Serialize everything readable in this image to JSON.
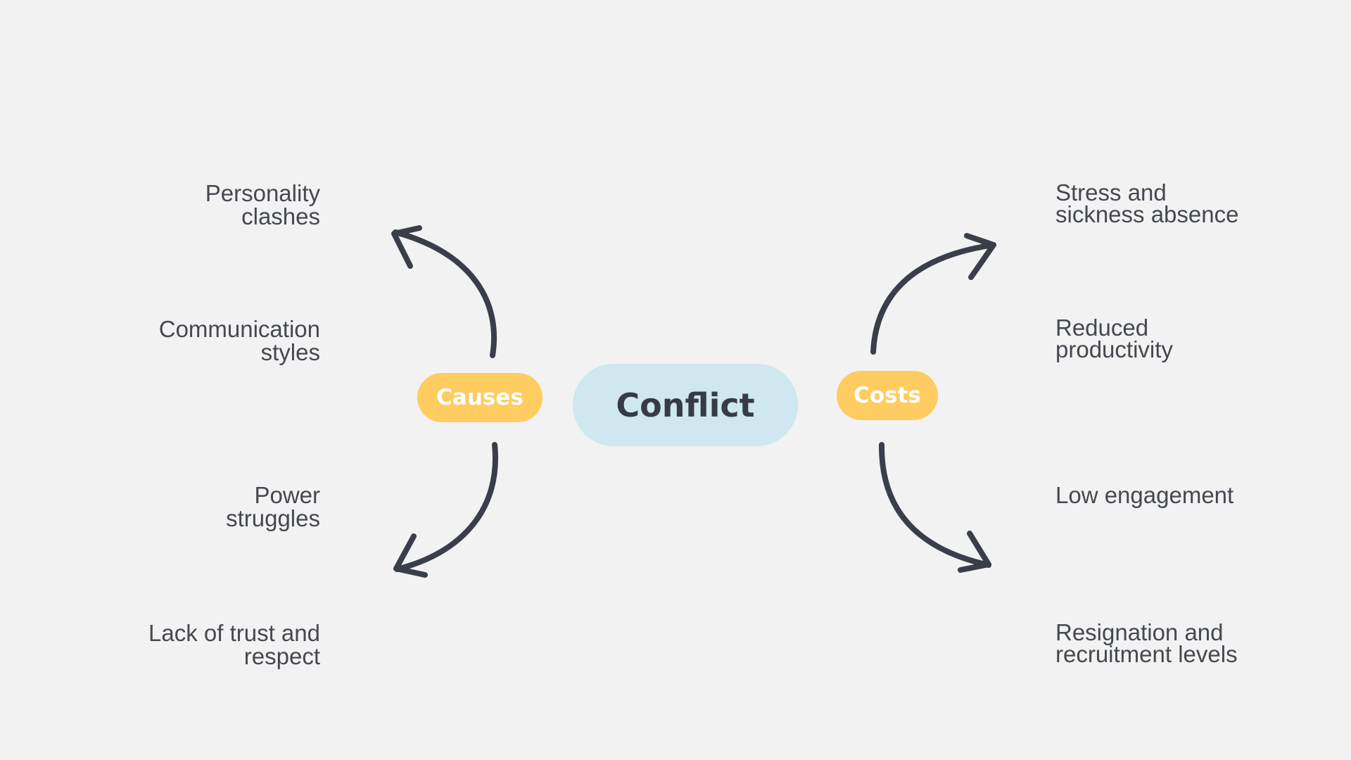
{
  "center": {
    "title": "Conflict"
  },
  "causes": {
    "label": "Causes",
    "items": [
      {
        "lines": [
          "Personality",
          "clashes"
        ]
      },
      {
        "lines": [
          "Communication",
          "styles"
        ]
      },
      {
        "lines": [
          "Power",
          "struggles"
        ]
      },
      {
        "lines": [
          "Lack of trust and",
          "respect"
        ]
      }
    ]
  },
  "costs": {
    "label": "Costs",
    "items": [
      {
        "lines": [
          "Stress and",
          "sickness absence"
        ]
      },
      {
        "lines": [
          "Reduced",
          "productivity"
        ]
      },
      {
        "lines": [
          "Low engagement"
        ]
      },
      {
        "lines": [
          "Resignation and",
          "recruitment levels"
        ]
      }
    ]
  },
  "colors": {
    "background": "#f2f2f2",
    "pill_accent": "#fecc60",
    "center_pill": "#cfe7ee",
    "arrow": "#3a3e49",
    "text": "#45484f"
  },
  "icons": [
    "curved-arrow-icon"
  ]
}
